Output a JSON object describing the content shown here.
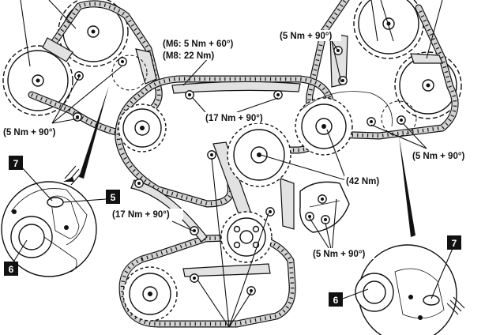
{
  "labels": {
    "m6_spec": "(M6: 5 Nm + 60°)",
    "m8_spec": "(M8: 22 Nm)",
    "left_guide_torque": "(5 Nm + 90°)",
    "upper_guide_torque": "(17 Nm + 90°)",
    "right_guide_top_torque": "(5 Nm + 90°)",
    "right_guide_side_torque": "(5 Nm + 90°)",
    "intermediate_gear_torque": "(42 Nm)",
    "left_tensioner_rail_torque": "(17 Nm + 90°)",
    "lower_right_torque": "(5 Nm + 90°)"
  },
  "callouts": {
    "left_top": "7",
    "left_right": "5",
    "left_bottom": "6",
    "right_top": "7",
    "right_left": "6"
  },
  "colors": {
    "ink": "#111111",
    "chain_fill": "#d4d4d4",
    "guide_fill": "#e2e2e2"
  }
}
